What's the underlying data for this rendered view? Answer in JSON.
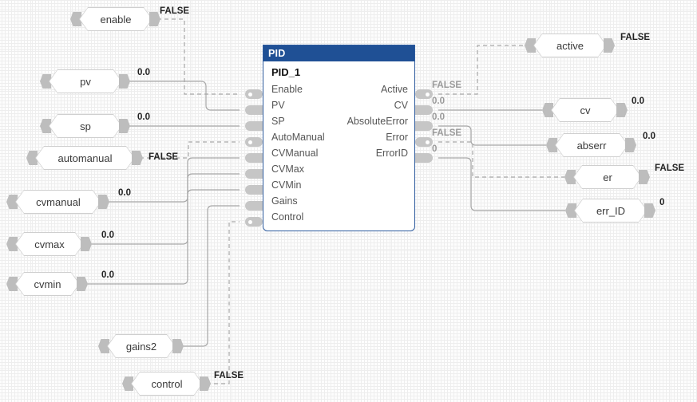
{
  "diagram": {
    "type": "function-block-diagram",
    "colors": {
      "header": "#1f5095",
      "block_border": "#2f5c9e",
      "pin": "#c6c6c6",
      "wire": "#a8a8a8",
      "tag_border": "#cfcfcf",
      "canvas": "#fdfdfd"
    }
  },
  "block": {
    "type_label": "PID",
    "instance_label": "PID_1",
    "inputs": [
      {
        "label": "Enable",
        "kind": "bool"
      },
      {
        "label": "PV",
        "kind": "num"
      },
      {
        "label": "SP",
        "kind": "num"
      },
      {
        "label": "AutoManual",
        "kind": "bool"
      },
      {
        "label": "CVManual",
        "kind": "num"
      },
      {
        "label": "CVMax",
        "kind": "num"
      },
      {
        "label": "CVMin",
        "kind": "num"
      },
      {
        "label": "Gains",
        "kind": "num"
      },
      {
        "label": "Control",
        "kind": "bool"
      }
    ],
    "outputs": [
      {
        "label": "Active",
        "kind": "bool",
        "value": "FALSE"
      },
      {
        "label": "CV",
        "kind": "num",
        "value": "0.0"
      },
      {
        "label": "AbsoluteError",
        "kind": "num",
        "value": "0.0"
      },
      {
        "label": "Error",
        "kind": "bool",
        "value": "FALSE"
      },
      {
        "label": "ErrorID",
        "kind": "num",
        "value": "0"
      }
    ]
  },
  "input_tags": [
    {
      "name": "enable",
      "value": "FALSE"
    },
    {
      "name": "pv",
      "value": "0.0"
    },
    {
      "name": "sp",
      "value": "0.0"
    },
    {
      "name": "automanual",
      "value": "FALSE"
    },
    {
      "name": "cvmanual",
      "value": "0.0"
    },
    {
      "name": "cvmax",
      "value": "0.0"
    },
    {
      "name": "cvmin",
      "value": "0.0"
    },
    {
      "name": "gains2",
      "value": ""
    },
    {
      "name": "control",
      "value": "FALSE"
    }
  ],
  "output_tags": [
    {
      "name": "active",
      "value": "FALSE"
    },
    {
      "name": "cv",
      "value": "0.0"
    },
    {
      "name": "abserr",
      "value": "0.0"
    },
    {
      "name": "er",
      "value": "FALSE"
    },
    {
      "name": "err_ID",
      "value": "0"
    }
  ]
}
